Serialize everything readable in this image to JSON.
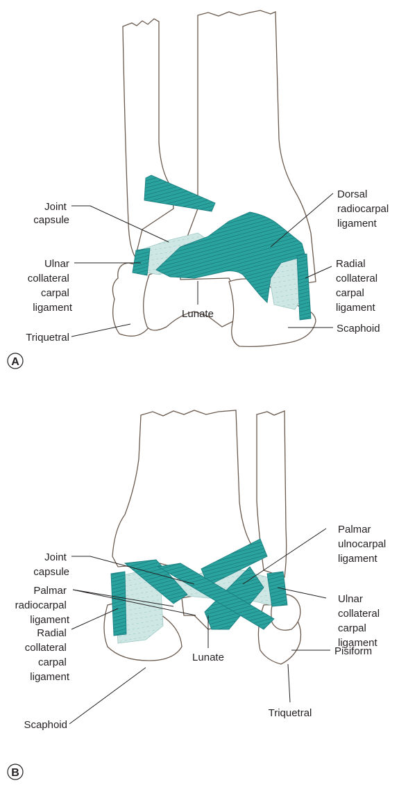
{
  "panel_a": {
    "letter": "A",
    "labels": {
      "joint_capsule": [
        "Joint",
        "capsule"
      ],
      "ulnar_collateral": [
        "Ulnar",
        "collateral",
        "carpal",
        "ligament"
      ],
      "triquetral": [
        "Triquetral"
      ],
      "dorsal_radiocarpal": [
        "Dorsal",
        "radiocarpal",
        "ligament"
      ],
      "radial_collateral": [
        "Radial",
        "collateral",
        "carpal",
        "ligament"
      ],
      "lunate": [
        "Lunate"
      ],
      "scaphoid": [
        "Scaphoid"
      ]
    }
  },
  "panel_b": {
    "letter": "B",
    "labels": {
      "palmar_ulnocarpal": [
        "Palmar",
        "ulnocarpal",
        "ligament"
      ],
      "joint_capsule": [
        "Joint",
        "capsule"
      ],
      "ulnar_collateral": [
        "Ulnar",
        "collateral",
        "carpal",
        "ligament"
      ],
      "palmar_radiocarpal": [
        "Palmar",
        "radiocarpal",
        "ligament"
      ],
      "radial_collateral": [
        "Radial",
        "collateral",
        "carpal",
        "ligament"
      ],
      "pisiform": [
        "Pisiform"
      ],
      "lunate": [
        "Lunate"
      ],
      "scaphoid": [
        "Scaphoid"
      ],
      "triquetral": [
        "Triquetral"
      ]
    }
  },
  "colors": {
    "ligament_fill": "#2aa39e",
    "ligament_stroke": "#1a7f82",
    "capsule_fill": "#cfe7e4",
    "bone_outline": "#6b5a4e"
  }
}
